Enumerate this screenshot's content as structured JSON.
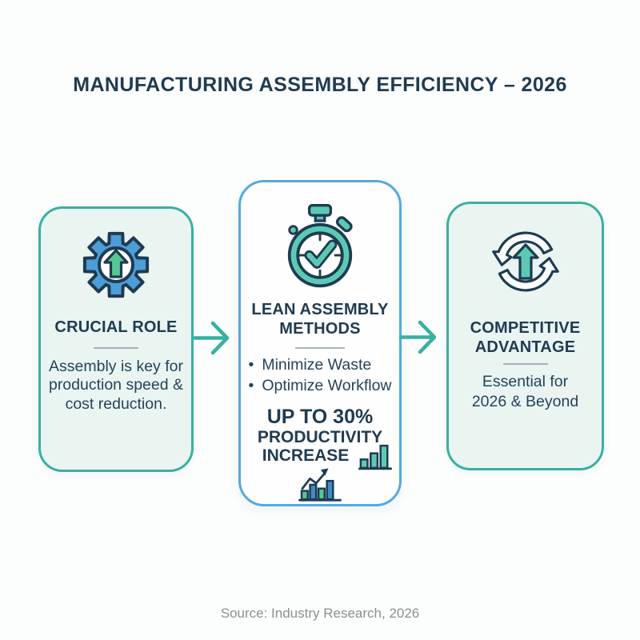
{
  "header": {
    "title": "MANUFACTURING ASSEMBLY EFFICIENCY – 2026"
  },
  "cards": {
    "crucial_role": {
      "icon": "gear-up-arrow-icon",
      "title": "CRUCIAL ROLE",
      "body": "Assembly is key for production speed & cost reduction."
    },
    "lean_assembly": {
      "icon": "stopwatch-check-icon",
      "title": "LEAN ASSEMBLY METHODS",
      "bullets": [
        "Minimize Waste",
        "Optimize Workflow"
      ],
      "highlight_line1": "UP TO 30%",
      "highlight_line2": "PRODUCTIVITY",
      "highlight_line3": "INCREASE",
      "chart_icons": [
        "bar-chart-rising-icon",
        "bar-chart-trend-arrow-icon"
      ]
    },
    "competitive_advantage": {
      "icon": "cycle-arrows-icon",
      "title": "COMPETITIVE ADVANTAGE",
      "body": "Essential for 2026 & Beyond"
    }
  },
  "connectors": {
    "icon": "right-arrow-icon"
  },
  "footer": {
    "source": "Source: Industry Research, 2026"
  },
  "colors": {
    "navy": "#1F3B51",
    "body_text": "#24445A",
    "teal_accent": "#39B0A1",
    "teal_icon": "#5CCAB3",
    "green": "#55C795",
    "blue": "#4B9ED8",
    "blue_border": "#55A9E0",
    "bar_blue": "#3F8CCB",
    "card_bg": "#EAF4F1",
    "divider": "#A4B4BC",
    "source_gray": "#8A8F92",
    "page_bg": "#FCFDFD"
  }
}
